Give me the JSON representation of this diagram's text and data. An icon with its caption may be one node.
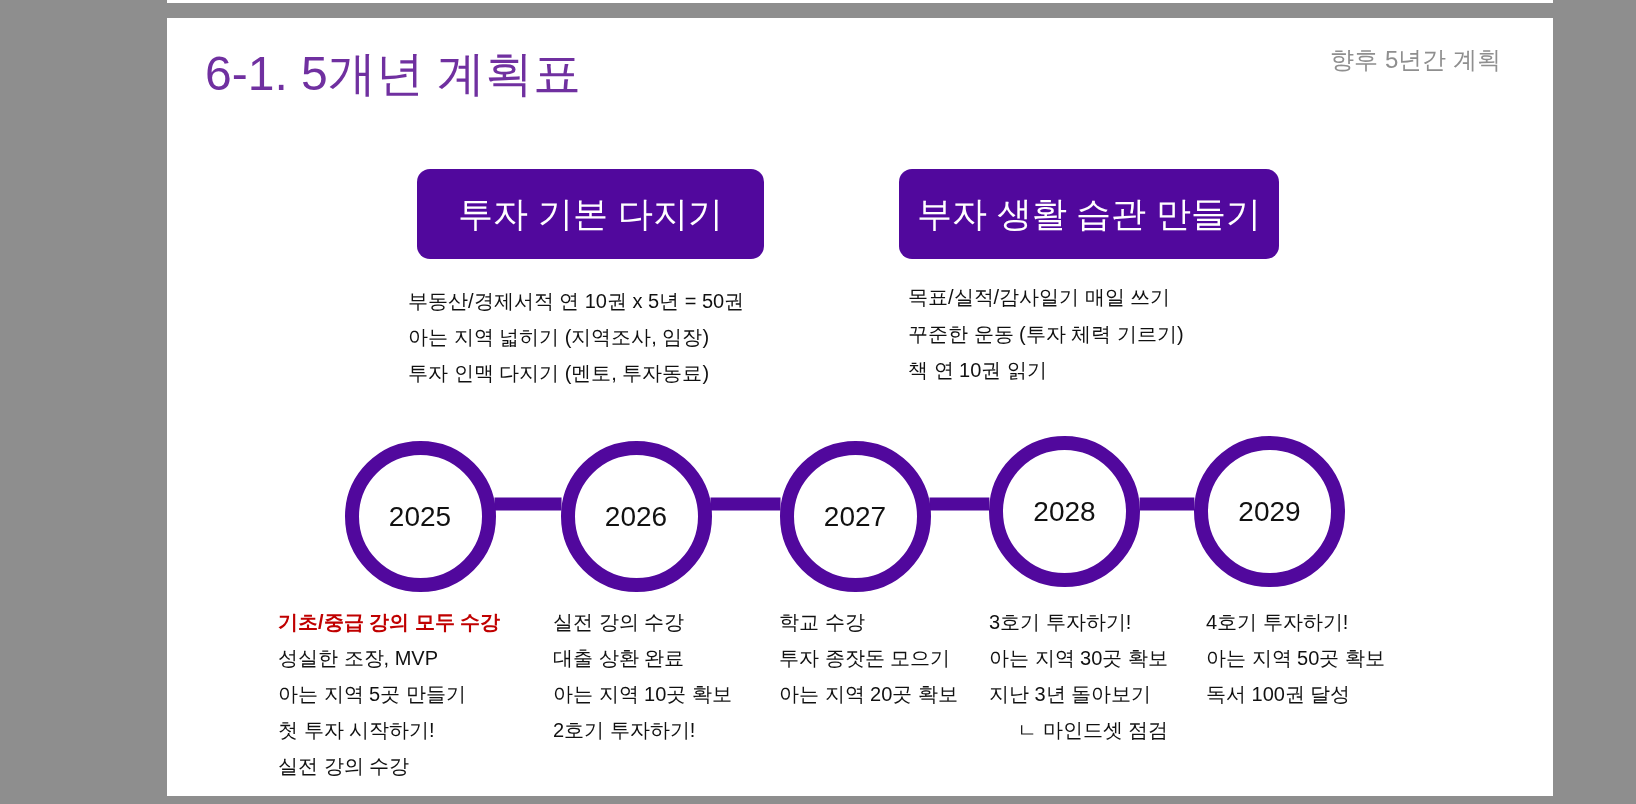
{
  "diagram": {
    "title": "6-1. 5개년 계획표",
    "nodes": [
      {
        "text": [
          "투자 기본 다지기"
        ],
        "beside": [
          "부동산/경제서적 연 10권 x 5년 = 50권",
          "아는 지역 넓히기 (지역조사, 임장)",
          "투자 인맥 다지기 (멘토, 투자동료)"
        ]
      },
      {
        "text": [
          "부자 생활 습관 만들기"
        ],
        "beside": [
          "목표/실적/감사일기 매일 쓰기",
          "꾸준한 운동 (투자 체력 기르기)",
          "책 연 10권 읽기"
        ]
      },
      {
        "text": [
          "2025"
        ],
        "beside": [
          "기초/중급 강의 모두 수강",
          "성실한 조장, MVP",
          "아는 지역 5곳 만들기",
          "첫 투자 시작하기!",
          "실전 강의 수강"
        ]
      },
      {
        "text": [
          "2026"
        ],
        "beside": [
          "실전 강의 수강",
          "대출 상환 완료",
          "아는 지역 10곳 확보",
          "2호기 투자하기!"
        ]
      },
      {
        "text": [
          "2027"
        ],
        "beside": [
          "학교 수강",
          "투자 종잣돈 모으기",
          "아는 지역 20곳 확보"
        ]
      },
      {
        "text": [
          "2028"
        ],
        "beside": [
          "3호기 투자하기!",
          "아는 지역 30곳 확보",
          "지난 3년 돌아보기",
          "ㄴ 마인드셋 점검"
        ]
      },
      {
        "text": [
          "2029"
        ],
        "beside": [
          "4호기 투자하기!",
          "아는 지역 50곳 확보",
          "독서 100권 달성"
        ]
      }
    ],
    "edges": [
      {
        "from": 2,
        "to": 3,
        "arrow": "none"
      },
      {
        "from": 3,
        "to": 4,
        "arrow": "none"
      },
      {
        "from": 4,
        "to": 5,
        "arrow": "none"
      },
      {
        "from": 5,
        "to": 6,
        "arrow": "none"
      }
    ],
    "labels": [
      "향후 5년간 계획"
    ]
  }
}
